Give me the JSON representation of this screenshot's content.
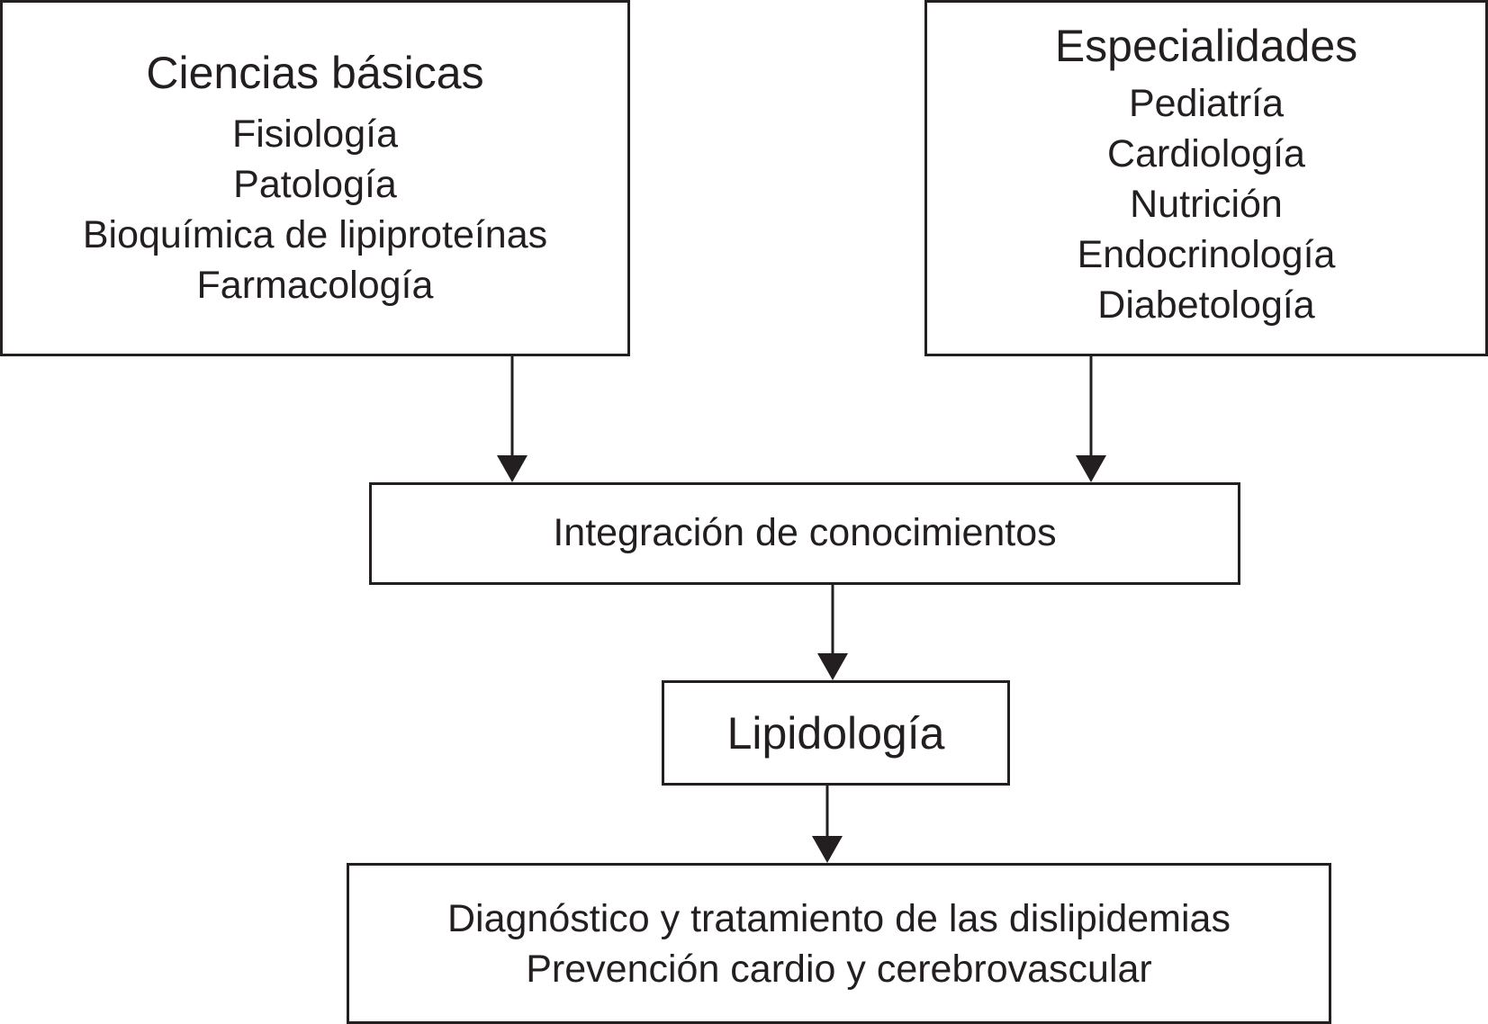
{
  "basic_sciences": {
    "title": "Ciencias básicas",
    "items": [
      "Fisiología",
      "Patología",
      "Bioquímica de lipiproteínas",
      "Farmacología"
    ]
  },
  "specialties": {
    "title": "Especialidades",
    "items": [
      "Pediatría",
      "Cardiología",
      "Nutrición",
      "Endocrinología",
      "Diabetología"
    ]
  },
  "integration": {
    "label": "Integración de conocimientos"
  },
  "lipidology": {
    "label": "Lipidología"
  },
  "outcome": {
    "lines": [
      "Diagnóstico y tratamiento de las dislipidemias",
      "Prevención cardio y cerebrovascular"
    ]
  },
  "colors": {
    "stroke": "#231f20",
    "background": "#ffffff"
  }
}
